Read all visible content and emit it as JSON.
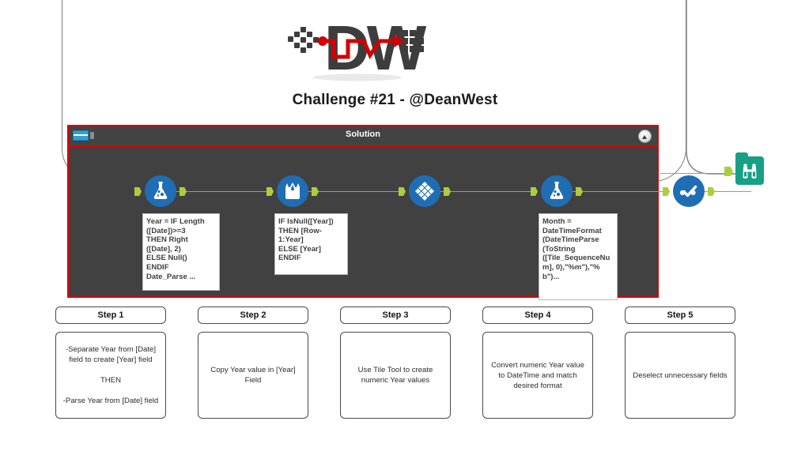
{
  "page": {
    "title": "Challenge #21 - @DeanWest",
    "logo_text": "DW",
    "logo_alt": "dw-logo"
  },
  "container": {
    "title": "Solution",
    "icon_name": "container-icon",
    "collapse_icon_name": "chevron-up-icon",
    "border_color": "#e00000",
    "background_color": "#414141"
  },
  "workflow": {
    "tools": [
      {
        "id": "formula-1",
        "icon": "flask-icon",
        "tool_type": "Formula",
        "note": "Year = IF Length\n([Date])>=3\nTHEN Right\n([Date], 2)\nELSE Null()\nENDIF\nDate_Parse ..."
      },
      {
        "id": "multi-row-formula",
        "icon": "beaker-droplet-icon",
        "tool_type": "Multi-Row Formula",
        "note": "IF IsNull([Year])\nTHEN [Row-\n1:Year]\nELSE [Year]\nENDIF"
      },
      {
        "id": "tile",
        "icon": "diamond-grid-icon",
        "tool_type": "Tile",
        "note": ""
      },
      {
        "id": "formula-2",
        "icon": "flask-icon",
        "tool_type": "Formula",
        "note": "Month =\nDateTimeFormat\n(DateTimeParse\n(ToString\n([Tile_SequenceNu\nm], 0),\"%m\"),\"%\nb\")..."
      },
      {
        "id": "select",
        "icon": "check-dots-icon",
        "tool_type": "Select",
        "note": ""
      }
    ],
    "browse_tool": {
      "id": "browse",
      "icon": "binoculars-icon",
      "tool_type": "Browse",
      "color": "#16a085"
    }
  },
  "steps": [
    {
      "label": "Step 1",
      "body": "-Separate Year from [Date] field to create [Year] field\n\nTHEN\n\n-Parse Year from [Date] field"
    },
    {
      "label": "Step 2",
      "body": "Copy Year value in [Year] Field"
    },
    {
      "label": "Step 3",
      "body": "Use Tile Tool to create numeric Year values"
    },
    {
      "label": "Step 4",
      "body": "Convert numeric Year value to DateTime and match desired format"
    },
    {
      "label": "Step 5",
      "body": "Deselect unnecessary fields"
    }
  ]
}
